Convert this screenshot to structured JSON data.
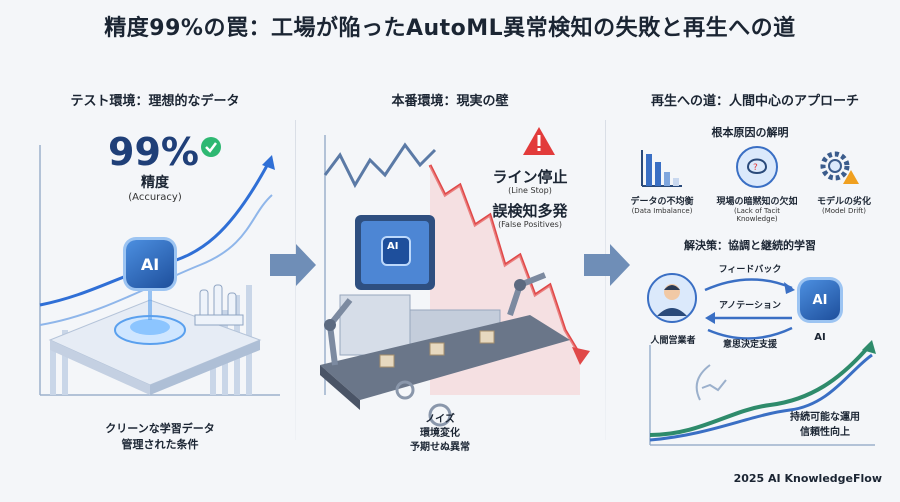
{
  "title": "精度99%の罠：工場が陥ったAutoML異常検知の失敗と再生への道",
  "left": {
    "heading": "テスト環境：理想的なデータ",
    "metric": "99%",
    "metric_label": "精度",
    "metric_sub": "(Accuracy)",
    "ai_label": "AI",
    "caption_line1": "クリーンな学習データ",
    "caption_line2": "管理された条件"
  },
  "middle": {
    "heading": "本番環境：現実の壁",
    "ai_label": "AI",
    "alert1": "ライン停止",
    "alert1_sub": "(Line Stop)",
    "alert2": "誤検知多発",
    "alert2_sub": "(False Positives)",
    "noise1": "ノイズ",
    "noise2": "環境変化",
    "noise3": "予期せぬ異常"
  },
  "right": {
    "heading": "再生への道：人間中心のアプローチ",
    "causes_title": "根本原因の解明",
    "causes": [
      {
        "label": "データの不均衡",
        "sub": "(Data Imbalance)"
      },
      {
        "label": "現場の暗黙知の欠如",
        "sub": "(Lack of Tacit Knowledge)"
      },
      {
        "label": "モデルの劣化",
        "sub": "(Model Drift)"
      }
    ],
    "solution_title": "解決策：協調と継続的学習",
    "feedback": "フィードバック",
    "annotation": "アノテーション",
    "decision": "意思決定支援",
    "human_label": "人間営業者",
    "ai_label": "AI",
    "ai_box": "AI",
    "outcome1": "持続可能な運用",
    "outcome2": "信頼性向上"
  },
  "footer": "2025 AI KnowledgeFlow"
}
